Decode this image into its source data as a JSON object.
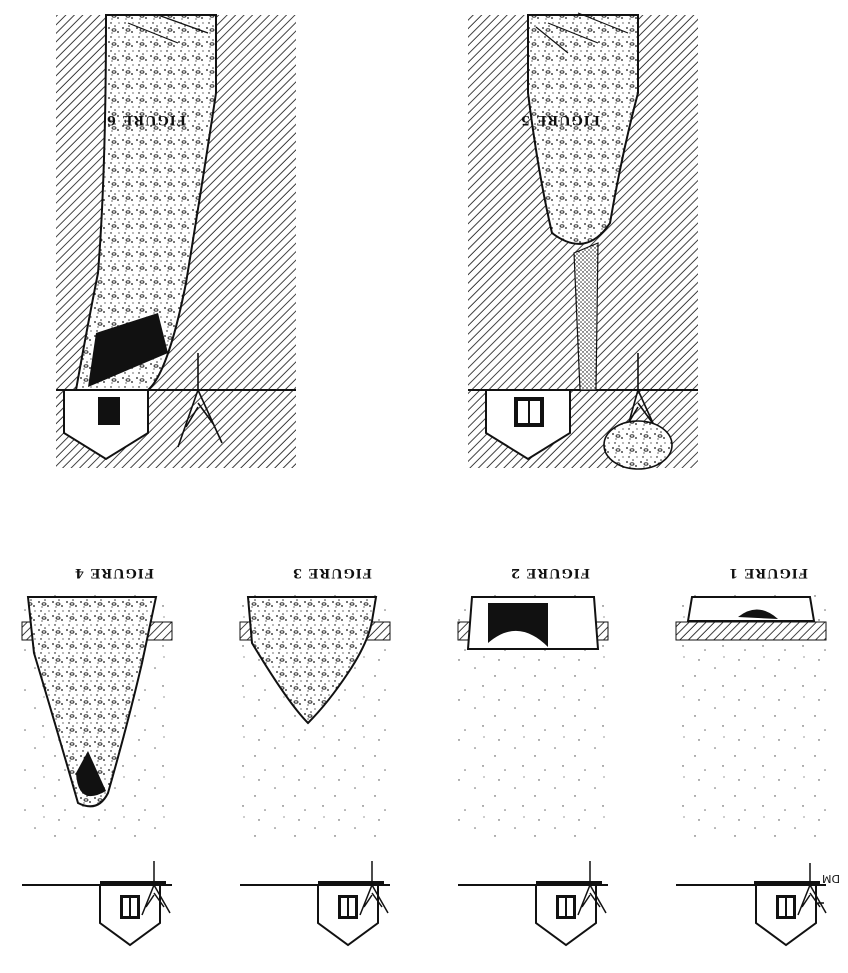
{
  "figures": {
    "fig1": {
      "caption": "FIGURE 1"
    },
    "fig2": {
      "caption": "FIGURE 2"
    },
    "fig3": {
      "caption": "FIGURE 3"
    },
    "fig4": {
      "caption": "FIGURE 4"
    },
    "fig5": {
      "caption": "FIGURE 5"
    },
    "fig6": {
      "caption": "FIGURE 6"
    }
  },
  "signature": "DM",
  "orientation": "upside-down",
  "colors": {
    "ink": "#111111",
    "paper": "#ffffff"
  }
}
